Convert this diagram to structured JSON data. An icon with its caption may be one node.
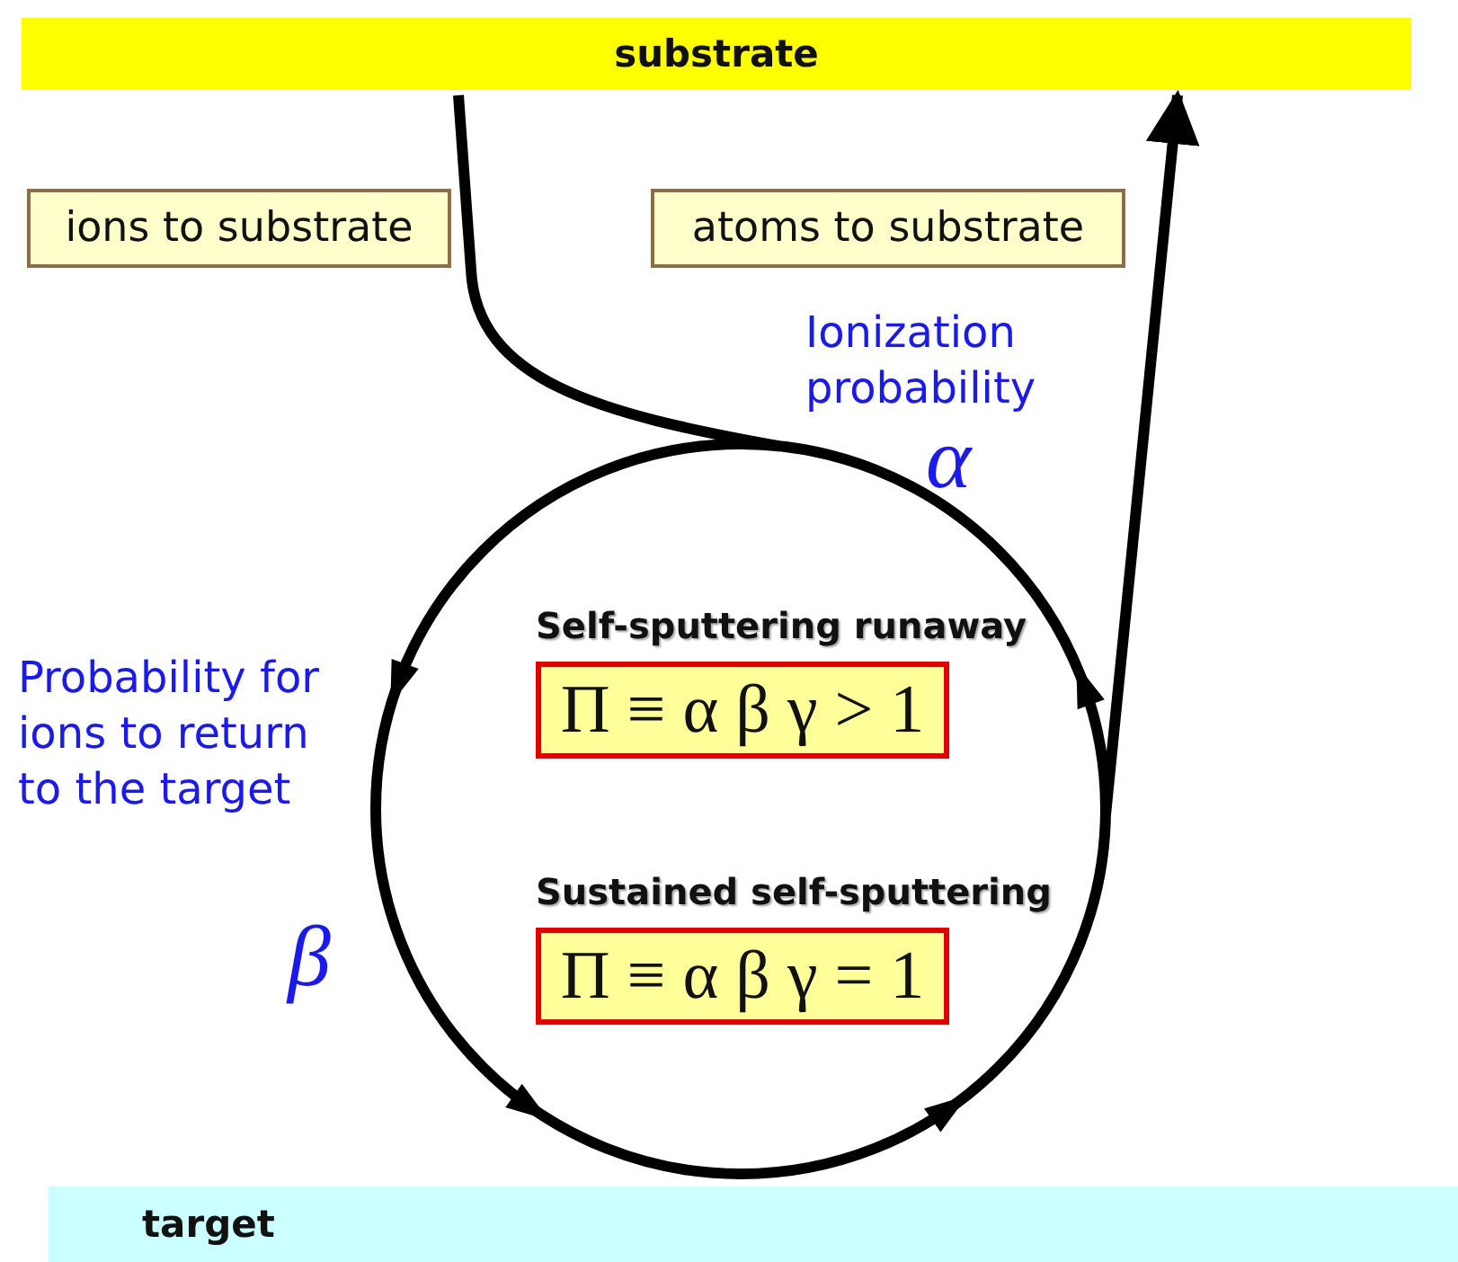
{
  "diagram": {
    "nodes": [
      {
        "text": [
          "substrate"
        ]
      },
      {
        "text": [
          "target"
        ]
      },
      {
        "text": [
          "ions to substrate"
        ]
      },
      {
        "text": [
          "atoms to substrate"
        ]
      },
      {
        "text": [],
        "shape": "circle"
      },
      {
        "text": [
          "Self-sputtering runaway",
          "Π ≡ α β γ > 1"
        ],
        "in": 4
      },
      {
        "text": [
          "Sustained self-sputtering",
          "Π ≡ α β γ = 1"
        ],
        "in": 4
      }
    ],
    "edges": [
      {
        "from": 4,
        "to": 0,
        "arrow": "none"
      },
      {
        "from": 4,
        "to": 0,
        "arrow": "to"
      }
    ],
    "labels": [
      "Ionization probability",
      "α",
      "Probability for ions to return to the target",
      "β"
    ]
  }
}
